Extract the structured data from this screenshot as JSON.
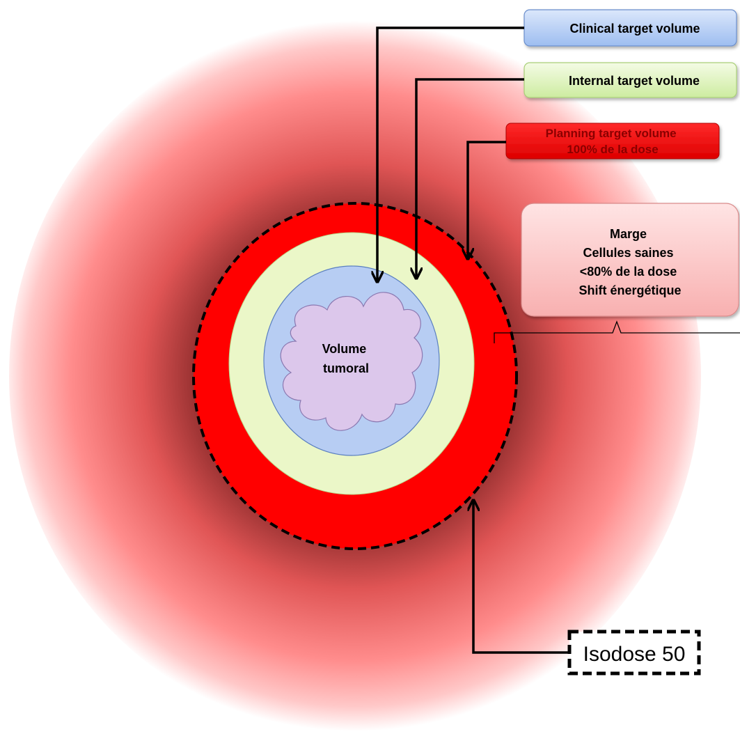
{
  "labels": {
    "ctv": "Clinical target volume",
    "itv": "Internal target volume",
    "ptv_line1": "Planning target volume",
    "ptv_line2": "100% de la dose",
    "marge_line1": "Marge",
    "marge_line2": "Cellules saines",
    "marge_line3": "<80% de la dose",
    "marge_line4": "Shift énergétique",
    "tumor_line1": "Volume",
    "tumor_line2": "tumoral",
    "isodose": "Isodose 50"
  },
  "colors": {
    "halo_outer": "#ffffff",
    "halo_mid": "#ff8080",
    "halo_inner": "#8a2a2a",
    "ptv": "#ff0000",
    "itv_fill": "#eaf7c5",
    "ctv_fill": "#b8cff3",
    "tumor_fill": "#dcc8ea",
    "ctv_box": "#a9c4f0",
    "itv_box": "#d8f0b0",
    "ptv_box": "#ee1111",
    "ptv_text": "#7a0000",
    "marge_box": "#fbc4c4"
  }
}
